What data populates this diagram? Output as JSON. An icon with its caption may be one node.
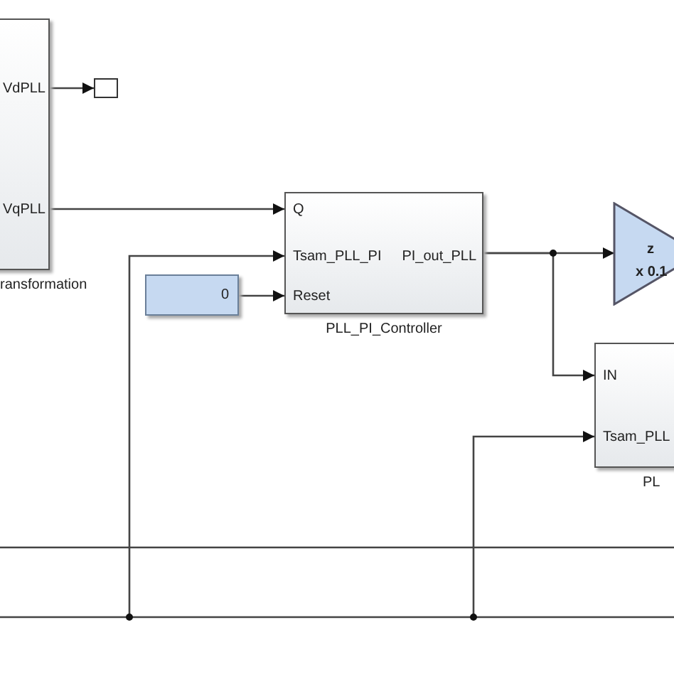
{
  "diagram": {
    "nodes": [
      {
        "text": [
          "VdPLL",
          "VqPLL"
        ],
        "beside": [
          "ransformation"
        ]
      },
      {
        "text": [],
        "shape": "box"
      },
      {
        "text": [
          "Q",
          "Tsam_PLL_PI",
          "Reset",
          "PI_out_PLL"
        ],
        "beside": [
          "PLL_PI_Controller"
        ]
      },
      {
        "text": [
          "0"
        ]
      },
      {
        "text": [
          "z",
          "x 0.1"
        ]
      },
      {
        "text": [
          "IN",
          "Tsam_PLL"
        ],
        "beside": [
          "PL"
        ]
      }
    ],
    "edges": [
      {
        "from": 0,
        "to": 1,
        "arrow": "to"
      },
      {
        "from": 0,
        "to": 2,
        "arrow": "to"
      },
      {
        "from": 3,
        "to": 2,
        "arrow": "to"
      },
      {
        "from": 2,
        "to": 4,
        "arrow": "to"
      },
      {
        "from": 2,
        "to": 5,
        "arrow": "to"
      },
      {
        "from": null,
        "to": 2,
        "arrow": "to"
      },
      {
        "from": null,
        "to": 5,
        "arrow": "to"
      }
    ]
  }
}
